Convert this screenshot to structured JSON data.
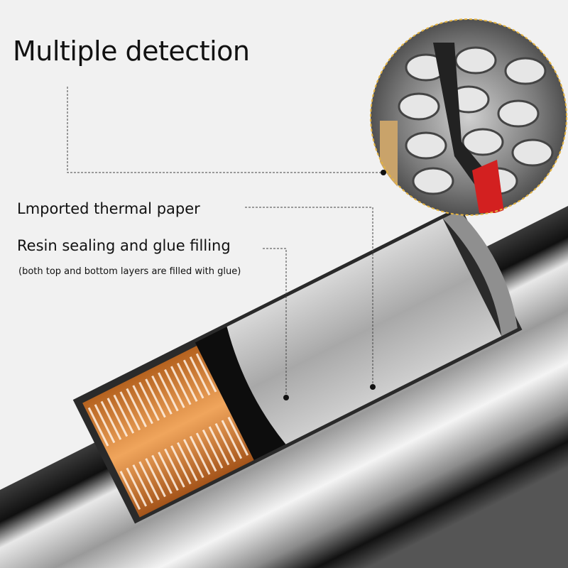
{
  "title": "Multiple detection",
  "labels": {
    "thermal_paper": "Lmported thermal paper",
    "resin": "Resin sealing and glue filling",
    "resin_note": "(both top and bottom layers are filled with glue)"
  },
  "colors": {
    "background": "#f1f1f1",
    "orange": "#d9863a",
    "tube_dark": "#1a1a1a",
    "metal": "#c8c8c8"
  }
}
